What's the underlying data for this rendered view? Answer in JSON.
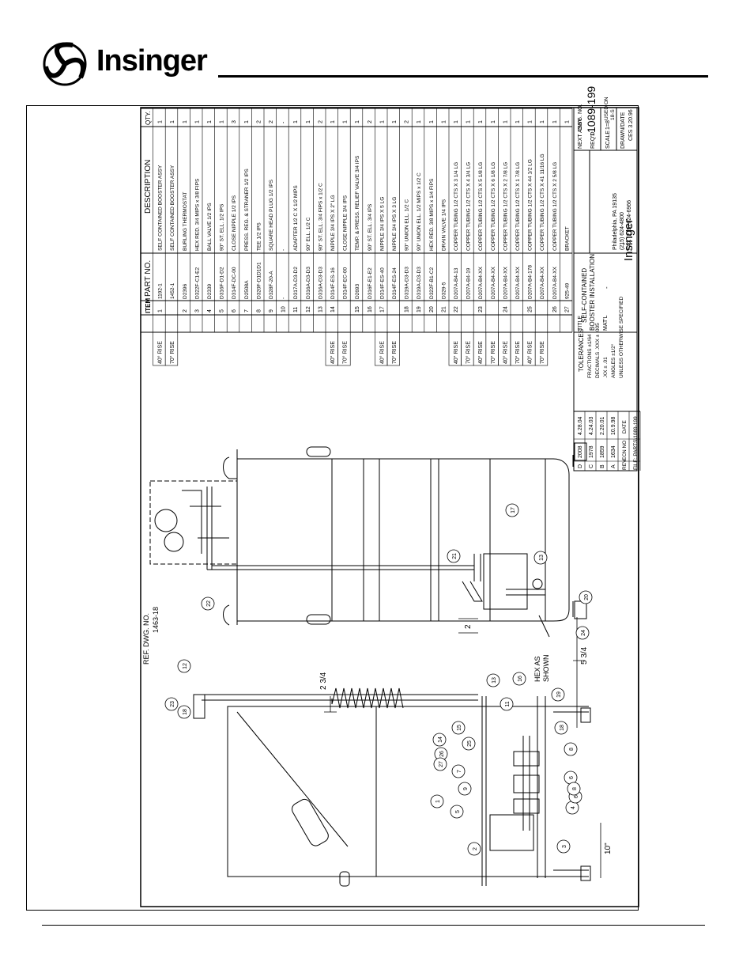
{
  "brand": {
    "name": "Insinger"
  },
  "parts_table": {
    "headers": {
      "item": "ITEM",
      "part_no": "PART NO.",
      "description": "DESCRIPTION",
      "qty": "QTY."
    },
    "rows": [
      {
        "rise": "40° RISE",
        "item": "1",
        "part": "1192-1",
        "desc": "SELF CONTAINED BOOSTER ASSY",
        "qty": "1"
      },
      {
        "rise": "70° RISE",
        "item": "",
        "part": "1452-1",
        "desc": "SELF CONTAINED BOOSTER ASSY",
        "qty": "1"
      },
      {
        "rise": "",
        "item": "2",
        "part": "D2396",
        "desc": "BURLING THERMOSTAT",
        "qty": "1"
      },
      {
        "rise": "",
        "item": "3",
        "part": "D322F-C1-E2",
        "desc": "HEX RED. 3/4 MIPS x 3/8 FIPS",
        "qty": "1"
      },
      {
        "rise": "",
        "item": "4",
        "part": "D2339",
        "desc": "BALL VALVE 1/2 IPS",
        "qty": "1"
      },
      {
        "rise": "",
        "item": "5",
        "part": "D316F-D1-D2",
        "desc": "90° ST. ELL. 1/2 IPS",
        "qty": "1"
      },
      {
        "rise": "",
        "item": "6",
        "part": "D314F-DC-00",
        "desc": "CLOSE NIPPLE 1/2 IPS",
        "qty": "3"
      },
      {
        "rise": "",
        "item": "7",
        "part": "D2508A",
        "desc": "PRESS. REG. & STRANER 1/2 IPS",
        "qty": "1"
      },
      {
        "rise": "",
        "item": "8",
        "part": "D320F-D1D1D1",
        "desc": "TEE 1/2 IPS",
        "qty": "2"
      },
      {
        "rise": "",
        "item": "9",
        "part": "D328F-20-A",
        "desc": "SQUARE HEAD PLUG 1/2 IPS",
        "qty": "2"
      },
      {
        "rise": "",
        "item": "10",
        "part": "-",
        "desc": "-",
        "qty": "-"
      },
      {
        "rise": "",
        "item": "11",
        "part": "D317A-D3-D2",
        "desc": "ADAPTER 1/2 C X 1/2 MIPS",
        "qty": "1"
      },
      {
        "rise": "",
        "item": "12",
        "part": "D316A-D3-D3",
        "desc": "90° ELL. 1/2 C",
        "qty": "1"
      },
      {
        "rise": "",
        "item": "13",
        "part": "D316A-D3-D3",
        "desc": "90° ST. ELL. 3/4 FIPS x 1/2 C",
        "qty": "2"
      },
      {
        "rise": "40° RISE",
        "item": "14",
        "part": "D314F-ES-16",
        "desc": "NIPPLE 3/4 IPS X 2\" LG",
        "qty": "1"
      },
      {
        "rise": "70° RISE",
        "item": "",
        "part": "D314F-EC-00",
        "desc": "CLOSE NIPPLE 3/4 IPS",
        "qty": "1"
      },
      {
        "rise": "",
        "item": "15",
        "part": "D2693",
        "desc": "TEMP. & PRESS. RELIEF VALVE 3/4 IPS",
        "qty": "1"
      },
      {
        "rise": "",
        "item": "16",
        "part": "D316F-E1-E2",
        "desc": "90° ST. ELL. 3/4 IPS",
        "qty": "2"
      },
      {
        "rise": "40° RISE",
        "item": "17",
        "part": "D314F-ES-40",
        "desc": "NIPPLE 3/4 IPS X 5 LG",
        "qty": "1"
      },
      {
        "rise": "70° RISE",
        "item": "",
        "part": "D314F-ES-24",
        "desc": "NIPPLE 3/4 IPS X 3 LG",
        "qty": "1"
      },
      {
        "rise": "",
        "item": "18",
        "part": "D319A-D3-D3",
        "desc": "90° UNION ELL. 1/2 C",
        "qty": "2"
      },
      {
        "rise": "",
        "item": "19",
        "part": "D319A-D3-D3",
        "desc": "90° UNION ELL. 1/2 MIPS x 1/2 C",
        "qty": "1"
      },
      {
        "rise": "",
        "item": "20",
        "part": "D322F-B1-C2",
        "desc": "HEX RED. 3/8 MIPS x 1/4 FIPS",
        "qty": "1"
      },
      {
        "rise": "",
        "item": "21",
        "part": "D329-5",
        "desc": "DRAIN VALVE 1/4 IPS",
        "qty": "1"
      },
      {
        "rise": "40° RISE",
        "item": "22",
        "part": "D207A-B4-13",
        "desc": "COPPER TUBING 1/2 CTS X 3 1/4 LG",
        "qty": "1"
      },
      {
        "rise": "70° RISE",
        "item": "",
        "part": "D207A-B4-19",
        "desc": "COPPER TUBING 1/2 CTS X 4 3/4 LG",
        "qty": "1"
      },
      {
        "rise": "40° RISE",
        "item": "23",
        "part": "D207A-B4-XX",
        "desc": "COPPER TUBING 1/2 CTS X 5 1/8 LG",
        "qty": "1"
      },
      {
        "rise": "70° RISE",
        "item": "",
        "part": "D207A-B4-XX",
        "desc": "COPPER TUBING 1/2 CTS X 6 1/8 LG",
        "qty": "1"
      },
      {
        "rise": "40° RISE",
        "item": "24",
        "part": "D207A-B4-XX",
        "desc": "COPPER TUBING 1/2 CTS X 2 7/8 LG",
        "qty": "1"
      },
      {
        "rise": "70° RISE",
        "item": "",
        "part": "D207A-B4-XX",
        "desc": "COPPER TUBING 1/2 CTS X 1 7/8 LG",
        "qty": "1"
      },
      {
        "rise": "40° RISE",
        "item": "25",
        "part": "D207A-B4-178",
        "desc": "COPPER TUBING 1/2 CTS X 44 1/2 LG",
        "qty": "1"
      },
      {
        "rise": "70° RISE",
        "item": "",
        "part": "D207A-B4-XX",
        "desc": "COPPER TUBING 1/2 CTS X 41 11/16 LG",
        "qty": "1"
      },
      {
        "rise": "",
        "item": "26",
        "part": "D207A-B4-XX",
        "desc": "COPPER TUBING 1/2 CTS X 2 5/8 LG",
        "qty": "1"
      },
      {
        "rise": "",
        "item": "27",
        "part": "925-49",
        "desc": "BRACKET",
        "qty": "1"
      }
    ]
  },
  "title_block": {
    "tolerances_label": "TOLERANCES",
    "tolerance_lines": [
      "FRACTIONS ±1/64",
      "DECIMALS .XXX ± .005",
      ".XX ± .01",
      "ANGLES ±1/2°",
      "UNLESS OTHERWISE SPECIFIED"
    ],
    "title_label": "TITLE",
    "title_lines": [
      "SELF-CONTAINED",
      "BOOSTER INSTALLATION"
    ],
    "matl_label": "MAT'L",
    "matl_value": "-",
    "next_assy_label": "NEXT ASSY",
    "reqd_label": "REQ'D",
    "reqd_value": "1",
    "dwg_no_label": "DWG. NO.",
    "dwg_no": "1089-199",
    "scale_label": "SCALE",
    "scale_value": "1=8",
    "used_on_label": "USED ON",
    "used_on_value": "18-S",
    "drawn_label": "DRAWN/DATE",
    "drawn_value": "CES 3.20.96",
    "company": "Insinger",
    "address_lines": [
      "Philadelphia, PA 19135",
      "(215) 624-4800",
      "FAX (215) 624-6966"
    ],
    "rev_header": {
      "rev": "REV",
      "ecn": "ECN NO",
      "date": "DATE"
    },
    "revisions": [
      {
        "rev": "D",
        "ecn": "2008",
        "date": "4.28.04"
      },
      {
        "rev": "C",
        "ecn": "1978",
        "date": "4.24.03"
      },
      {
        "rev": "B",
        "ecn": "1859",
        "date": "2.20.01"
      },
      {
        "rev": "A",
        "ecn": "1634",
        "date": "10.9.98"
      }
    ],
    "file_label": "FILE: PARTS\\1089-199"
  },
  "drawing": {
    "ref_dwg": [
      "REF. DWG. NO.",
      "1463-18"
    ],
    "hex_note": [
      "HEX AS",
      "SHOWN"
    ],
    "dim_2_3_4": "2 3/4",
    "dim_2": "2",
    "dim_5_3_4": "5 3/4",
    "dim_10": "10\"",
    "balloons": [
      "1",
      "2",
      "3",
      "4",
      "5",
      "6",
      "6",
      "7",
      "8",
      "8",
      "9",
      "11",
      "12",
      "13",
      "13",
      "14",
      "15",
      "16",
      "17",
      "18",
      "18",
      "19",
      "20",
      "21",
      "22",
      "23",
      "24",
      "25",
      "26",
      "27"
    ]
  }
}
